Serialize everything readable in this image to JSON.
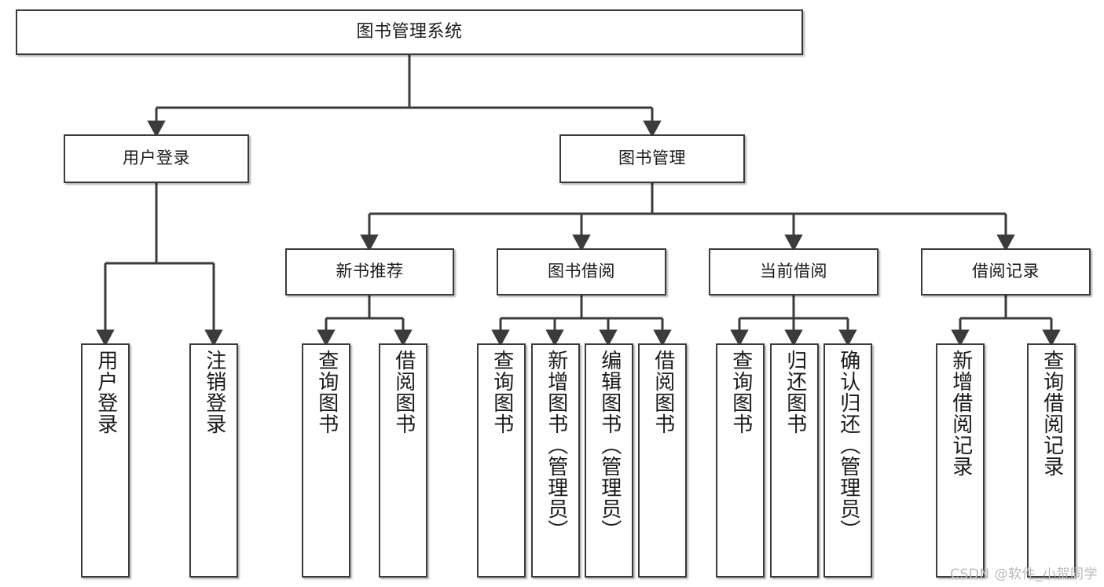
{
  "diagram": {
    "title": "图书管理系统",
    "watermark": "CSDN @软件_小贺同学",
    "line_color": "#3b3b3b",
    "box_fill": "#ffffff",
    "text_color": "#1a1a1a",
    "watermark_color": "#b9b9b9"
  },
  "root": {
    "label": "图书管理系统"
  },
  "level1": [
    {
      "label": "用户登录"
    },
    {
      "label": "图书管理"
    }
  ],
  "level2": [
    {
      "label": "新书推荐"
    },
    {
      "label": "图书借阅"
    },
    {
      "label": "当前借阅"
    },
    {
      "label": "借阅记录"
    }
  ],
  "leaves": {
    "user_login": [
      {
        "label": "用户登录"
      },
      {
        "label": "注销登录"
      }
    ],
    "new_book": [
      {
        "label": "查询图书"
      },
      {
        "label": "借阅图书"
      }
    ],
    "book_borrow": [
      {
        "label": "查询图书"
      },
      {
        "label": "新增图书（管理员）"
      },
      {
        "label": "编辑图书（管理员）"
      },
      {
        "label": "借阅图书"
      }
    ],
    "current_borrow": [
      {
        "label": "查询图书"
      },
      {
        "label": "归还图书"
      },
      {
        "label": "确认归还（管理员）"
      }
    ],
    "borrow_record": [
      {
        "label": "新增借阅记录"
      },
      {
        "label": "查询借阅记录"
      }
    ]
  }
}
